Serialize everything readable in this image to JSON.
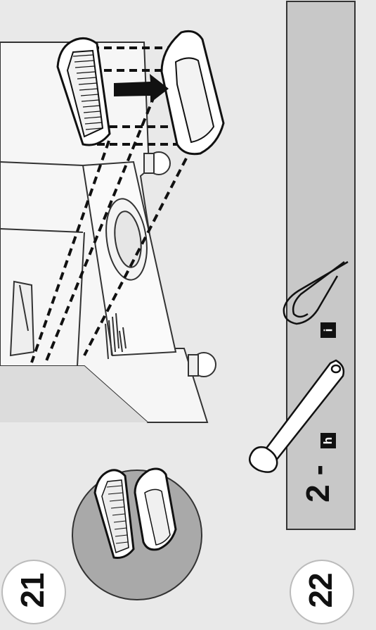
{
  "steps": [
    {
      "number": "21"
    },
    {
      "number": "22"
    }
  ],
  "parts": {
    "quantity": "2 -",
    "items": [
      {
        "letter": "h"
      },
      {
        "letter": "i"
      }
    ]
  },
  "colors": {
    "background": "#e9e9e9",
    "panel": "#c8c8c8",
    "circle": "#a9a9a9",
    "ink": "#111111"
  }
}
